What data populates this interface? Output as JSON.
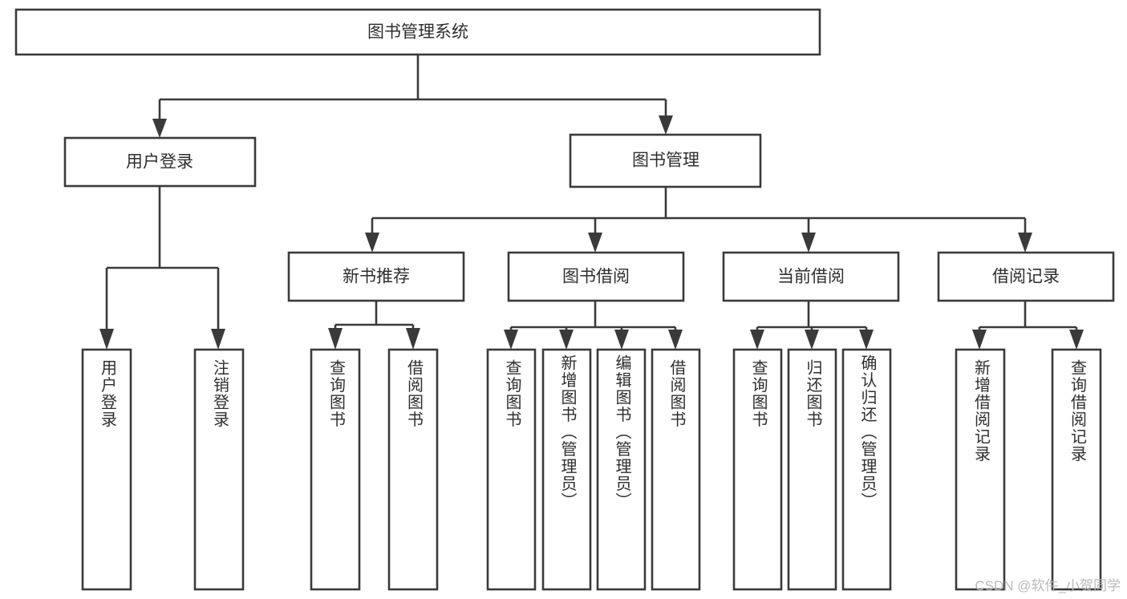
{
  "diagram": {
    "title": "图书管理系统",
    "type": "tree-hierarchy",
    "watermark": "CSDN @软件_小贺同学",
    "colors": {
      "stroke": "#3a3a3a",
      "box_fill": "#ffffff",
      "text": "#2e2e2e",
      "background": "#ffffff",
      "watermark": "#b9b9b9"
    },
    "root": {
      "label": "图书管理系统",
      "orientation": "horizontal"
    },
    "level1": [
      {
        "label": "用户登录",
        "orientation": "horizontal"
      },
      {
        "label": "图书管理",
        "orientation": "horizontal"
      }
    ],
    "level2": [
      {
        "label": "新书推荐",
        "orientation": "horizontal",
        "parent": "图书管理"
      },
      {
        "label": "图书借阅",
        "orientation": "horizontal",
        "parent": "图书管理"
      },
      {
        "label": "当前借阅",
        "orientation": "horizontal",
        "parent": "图书管理"
      },
      {
        "label": "借阅记录",
        "orientation": "horizontal",
        "parent": "图书管理"
      }
    ],
    "leaves": {
      "user_login": [
        {
          "label": "用户登录",
          "orientation": "vertical"
        },
        {
          "label": "注销登录",
          "orientation": "vertical"
        }
      ],
      "new_book_recommend": [
        {
          "label": "查询图书",
          "orientation": "vertical"
        },
        {
          "label": "借阅图书",
          "orientation": "vertical"
        }
      ],
      "book_borrow": [
        {
          "label": "查询图书",
          "orientation": "vertical"
        },
        {
          "label": "新增图书（管理员）",
          "orientation": "vertical"
        },
        {
          "label": "编辑图书（管理员）",
          "orientation": "vertical"
        },
        {
          "label": "借阅图书",
          "orientation": "vertical"
        }
      ],
      "current_borrow": [
        {
          "label": "查询图书",
          "orientation": "vertical"
        },
        {
          "label": "归还图书",
          "orientation": "vertical"
        },
        {
          "label": "确认归还（管理员）",
          "orientation": "vertical"
        }
      ],
      "borrow_record": [
        {
          "label": "新增借阅记录",
          "orientation": "vertical"
        },
        {
          "label": "查询借阅记录",
          "orientation": "vertical"
        }
      ]
    }
  }
}
